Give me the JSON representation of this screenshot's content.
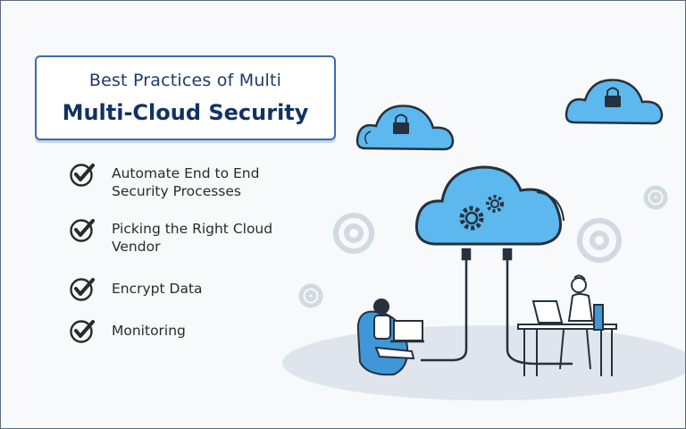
{
  "title": {
    "line1": "Best Practices of Multi",
    "line2": "Multi-Cloud Security"
  },
  "practices": [
    {
      "line1": "Automate End to End",
      "line2": "Security Processes"
    },
    {
      "line1": "Picking the Right Cloud",
      "line2": "Vendor"
    },
    {
      "line1": "Encrypt Data",
      "line2": ""
    },
    {
      "line1": "Monitoring",
      "line2": ""
    }
  ],
  "colors": {
    "cloud_fill": "#5cb8ee",
    "cloud_outline": "#25313d",
    "title_text": "#123262",
    "title_border": "#3a6bb0",
    "ground": "#dfe5ec"
  },
  "icons": [
    "check-circle-icon",
    "lock-icon",
    "gear-icon",
    "cloud-icon",
    "laptop-icon"
  ]
}
